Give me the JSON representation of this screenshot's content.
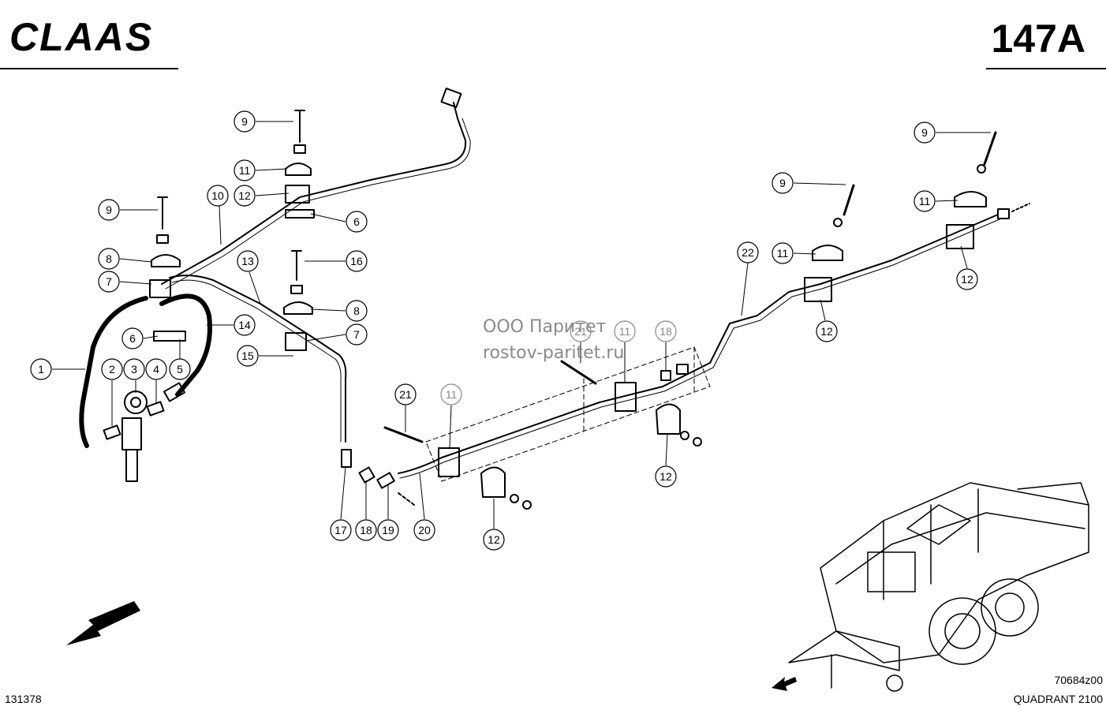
{
  "header": {
    "brand": "CLAAS",
    "page_code": "147A"
  },
  "watermark": {
    "line1": "ООО Паритет",
    "line2": "rostov-paritet.ru"
  },
  "footer": {
    "reference_number": "131378",
    "drawing_number": "70684z00",
    "model": "QUADRANT 2100"
  },
  "callouts": [
    {
      "label": "9"
    },
    {
      "label": "11"
    },
    {
      "label": "12"
    },
    {
      "label": "6"
    },
    {
      "label": "10"
    },
    {
      "label": "9"
    },
    {
      "label": "8"
    },
    {
      "label": "7"
    },
    {
      "label": "13"
    },
    {
      "label": "16"
    },
    {
      "label": "8"
    },
    {
      "label": "7"
    },
    {
      "label": "6"
    },
    {
      "label": "14"
    },
    {
      "label": "15"
    },
    {
      "label": "1"
    },
    {
      "label": "2"
    },
    {
      "label": "3"
    },
    {
      "label": "4"
    },
    {
      "label": "5"
    },
    {
      "label": "21"
    },
    {
      "label": "11"
    },
    {
      "label": "17"
    },
    {
      "label": "18"
    },
    {
      "label": "19"
    },
    {
      "label": "20"
    },
    {
      "label": "12"
    },
    {
      "label": "21"
    },
    {
      "label": "11"
    },
    {
      "label": "18"
    },
    {
      "label": "12"
    },
    {
      "label": "22"
    },
    {
      "label": "9"
    },
    {
      "label": "11"
    },
    {
      "label": "12"
    },
    {
      "label": "9"
    },
    {
      "label": "11"
    },
    {
      "label": "12"
    }
  ],
  "colors": {
    "line": "#000000",
    "callout_fill": "#ffffff",
    "callout_faded": "#888888",
    "watermark": "#8a8a8a"
  }
}
